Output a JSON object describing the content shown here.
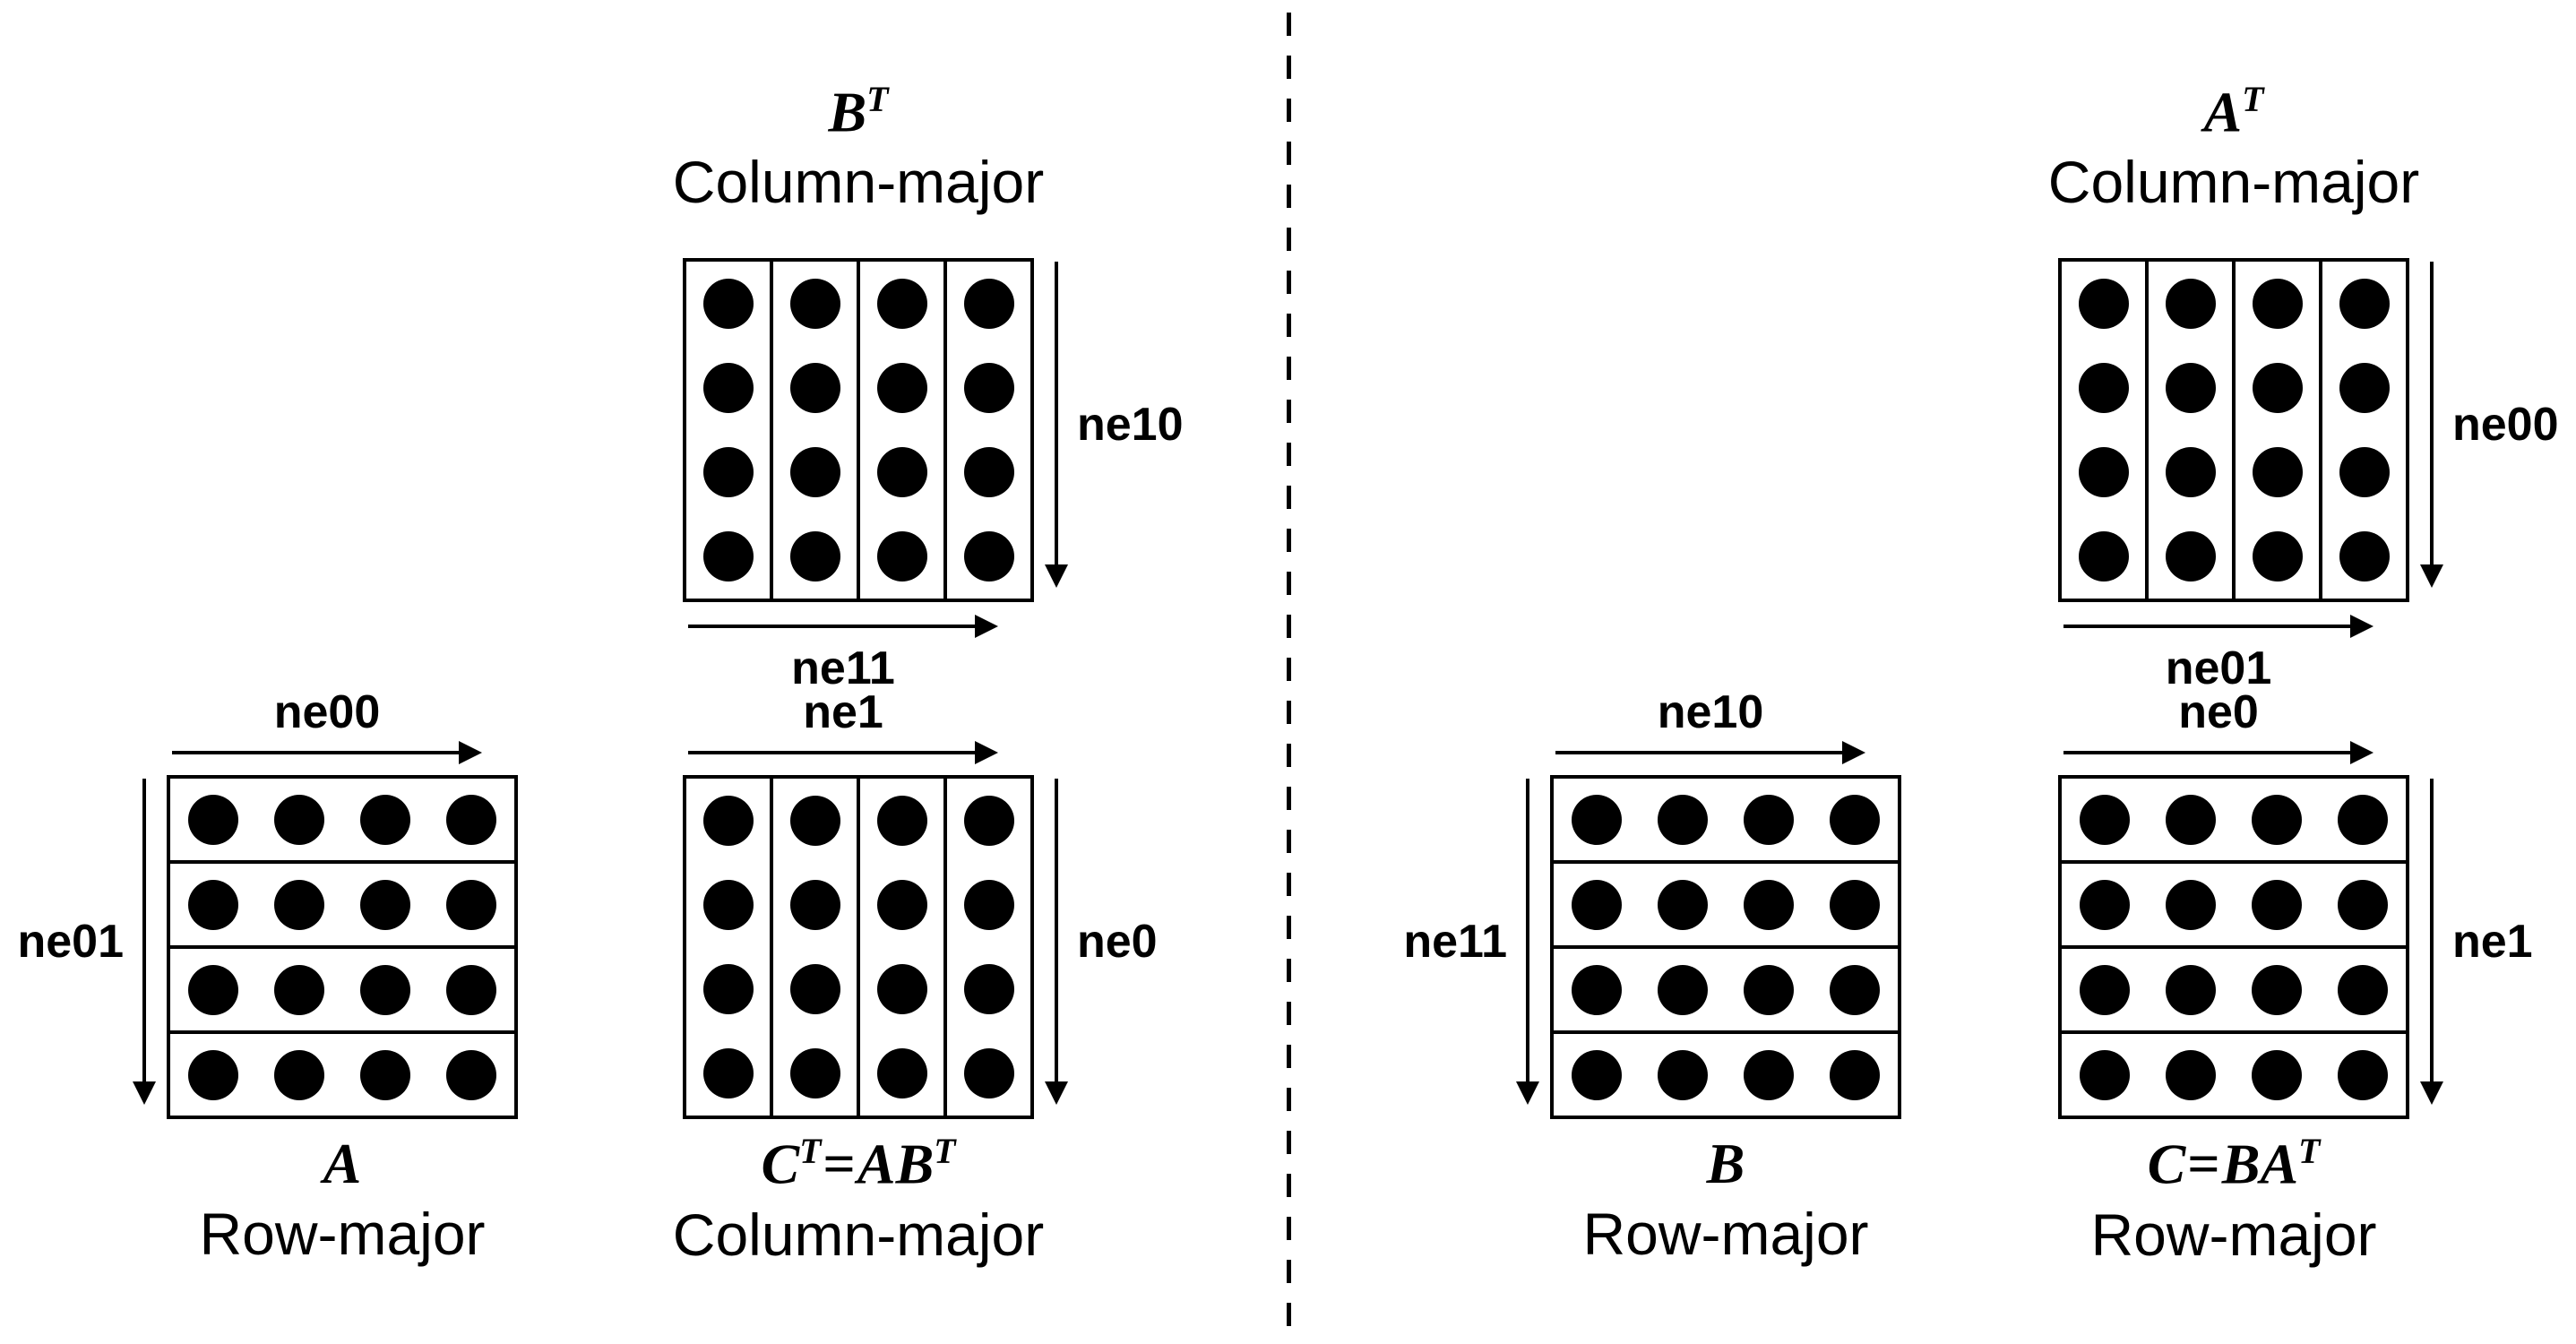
{
  "figure": {
    "description_labels": {
      "column_major": "Column-major",
      "row_major": "Row-major"
    },
    "colors": {
      "foreground": "#000000",
      "background": "#ffffff"
    },
    "divider": {
      "style": "dashed",
      "color": "#000000"
    },
    "matrices": [
      {
        "id": "bt",
        "panel": "left",
        "math": "B^T",
        "major_label": "Column-major",
        "orientation": "column",
        "label_position": "above",
        "rows": 4,
        "cols": 4,
        "arrows": [
          {
            "side": "right",
            "label": "ne10",
            "direction": "down"
          },
          {
            "side": "bottom",
            "label": "ne11",
            "direction": "right"
          }
        ]
      },
      {
        "id": "a",
        "panel": "left",
        "math": "A",
        "major_label": "Row-major",
        "orientation": "row",
        "label_position": "below",
        "rows": 4,
        "cols": 4,
        "arrows": [
          {
            "side": "top",
            "label": "ne00",
            "direction": "right"
          },
          {
            "side": "left",
            "label": "ne01",
            "direction": "down"
          }
        ]
      },
      {
        "id": "ct",
        "panel": "left",
        "math": "C^T=AB^T",
        "major_label": "Column-major",
        "orientation": "column",
        "label_position": "below",
        "rows": 4,
        "cols": 4,
        "arrows": [
          {
            "side": "top",
            "label": "ne1",
            "direction": "right"
          },
          {
            "side": "right",
            "label": "ne0",
            "direction": "down"
          }
        ]
      },
      {
        "id": "at",
        "panel": "right",
        "math": "A^T",
        "major_label": "Column-major",
        "orientation": "column",
        "label_position": "above",
        "rows": 4,
        "cols": 4,
        "arrows": [
          {
            "side": "right",
            "label": "ne00",
            "direction": "down"
          },
          {
            "side": "bottom",
            "label": "ne01",
            "direction": "right"
          }
        ]
      },
      {
        "id": "b",
        "panel": "right",
        "math": "B",
        "major_label": "Row-major",
        "orientation": "row",
        "label_position": "below",
        "rows": 4,
        "cols": 4,
        "arrows": [
          {
            "side": "top",
            "label": "ne10",
            "direction": "right"
          },
          {
            "side": "left",
            "label": "ne11",
            "direction": "down"
          }
        ]
      },
      {
        "id": "c",
        "panel": "right",
        "math": "C=BA^T",
        "major_label": "Row-major",
        "orientation": "row",
        "label_position": "below",
        "rows": 4,
        "cols": 4,
        "arrows": [
          {
            "side": "top",
            "label": "ne0",
            "direction": "right"
          },
          {
            "side": "right",
            "label": "ne1",
            "direction": "down"
          }
        ]
      }
    ]
  }
}
